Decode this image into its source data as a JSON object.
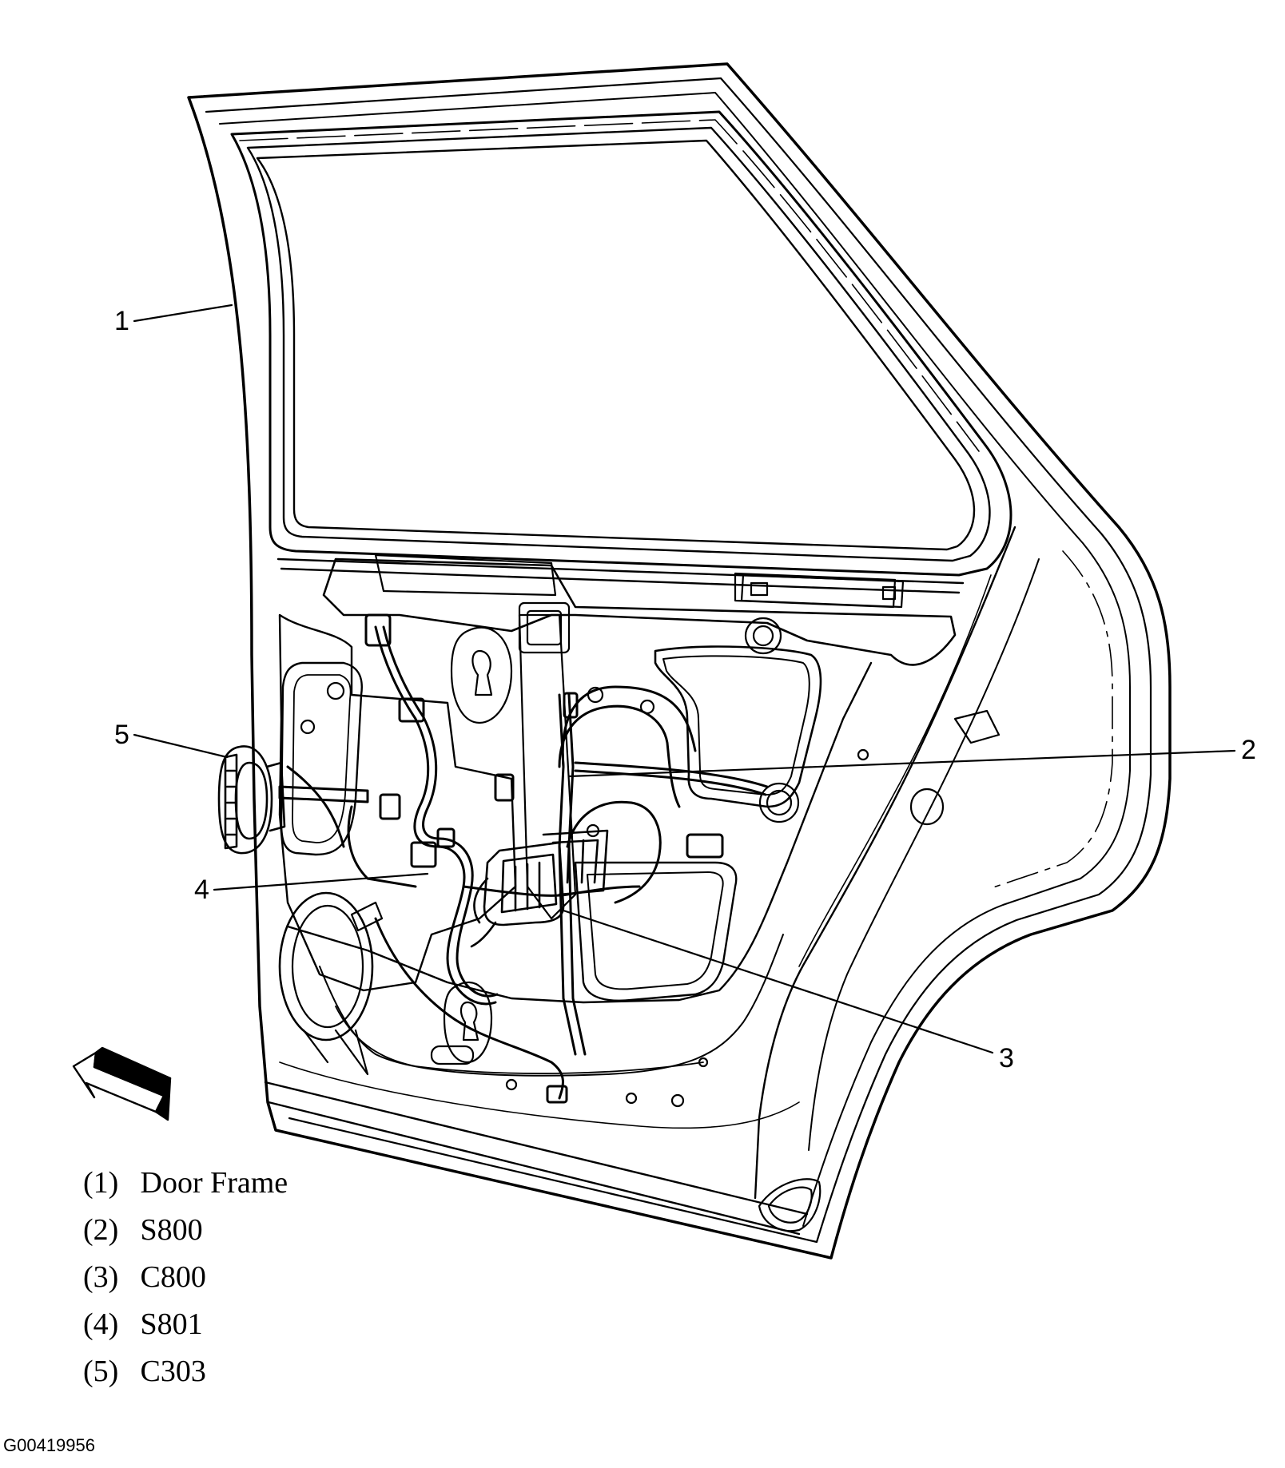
{
  "callouts": [
    {
      "id": "1",
      "number": "1"
    },
    {
      "id": "2",
      "number": "2"
    },
    {
      "id": "3",
      "number": "3"
    },
    {
      "id": "4",
      "number": "4"
    },
    {
      "id": "5",
      "number": "5"
    }
  ],
  "legend": [
    {
      "num": "(1)",
      "label": "Door Frame"
    },
    {
      "num": "(2)",
      "label": "S800"
    },
    {
      "num": "(3)",
      "label": "C800"
    },
    {
      "num": "(4)",
      "label": "S801"
    },
    {
      "num": "(5)",
      "label": "C303"
    }
  ],
  "figure_id": "G00419956",
  "colors": {
    "line": "#000000",
    "background": "#ffffff"
  },
  "icons": [
    "view-direction-arrow-icon"
  ]
}
